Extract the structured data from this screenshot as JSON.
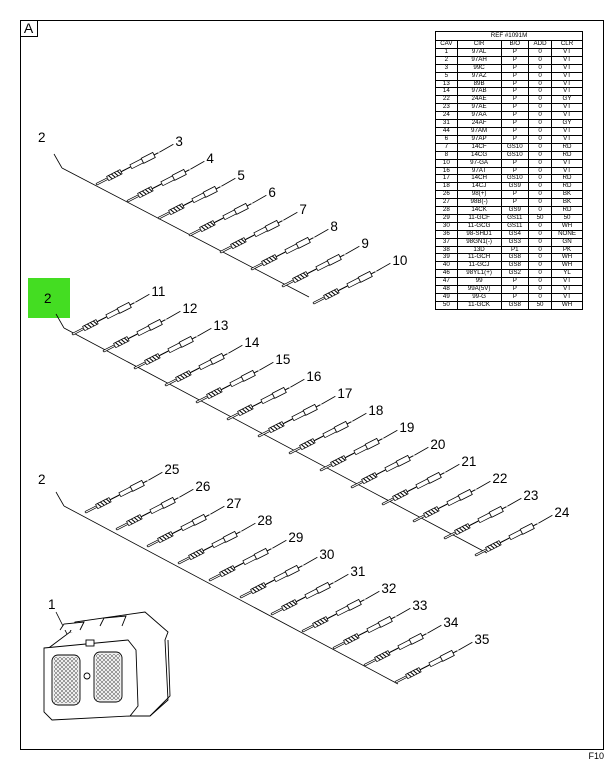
{
  "sheet_label": "A",
  "footer": "F10",
  "highlight_color": "#44dd22",
  "table": {
    "title": "REF #1091M",
    "headers": [
      "CAV",
      "CIR",
      "B/O",
      "ADD",
      "CLR"
    ],
    "rows": [
      [
        "1",
        "97AL",
        "P",
        "0",
        "VT"
      ],
      [
        "2",
        "97AH",
        "P",
        "0",
        "VT"
      ],
      [
        "3",
        "99C",
        "P",
        "0",
        "VT"
      ],
      [
        "5",
        "97AZ",
        "P",
        "0",
        "VT"
      ],
      [
        "13",
        "89B",
        "P",
        "0",
        "VT"
      ],
      [
        "14",
        "97AB",
        "P",
        "0",
        "VT"
      ],
      [
        "22",
        "24AE",
        "P",
        "0",
        "GY"
      ],
      [
        "23",
        "97AE",
        "P",
        "0",
        "VT"
      ],
      [
        "24",
        "97AA",
        "P",
        "0",
        "VT"
      ],
      [
        "31",
        "24AF",
        "P",
        "0",
        "GY"
      ],
      [
        "44",
        "97AM",
        "P",
        "0",
        "VT"
      ],
      [
        "6",
        "97AP",
        "P",
        "0",
        "VT"
      ],
      [
        "7",
        "14CF",
        "GS10",
        "0",
        "RD"
      ],
      [
        "8",
        "14CG",
        "GS10",
        "0",
        "RD"
      ],
      [
        "10",
        "97-GA",
        "P",
        "0",
        "VT"
      ],
      [
        "16",
        "97AT",
        "P",
        "0",
        "VT"
      ],
      [
        "17",
        "14CH",
        "GS10",
        "0",
        "RD"
      ],
      [
        "18",
        "14CJ",
        "GS9",
        "0",
        "RD"
      ],
      [
        "26",
        "98(+)",
        "P",
        "0",
        "BK"
      ],
      [
        "27",
        "98B(-)",
        "P",
        "0",
        "BK"
      ],
      [
        "28",
        "14CK",
        "GS9",
        "0",
        "RD"
      ],
      [
        "29",
        "11-GCF",
        "GS11",
        "50",
        "50"
      ],
      [
        "30",
        "11-GCG",
        "GS11",
        "0",
        "WH"
      ],
      [
        "36",
        "98-SHD1",
        "GS4",
        "0",
        "NONE"
      ],
      [
        "37",
        "98GN1(-)",
        "GS3",
        "0",
        "GN"
      ],
      [
        "38",
        "13D",
        "P1",
        "0",
        "PK"
      ],
      [
        "39",
        "11-GCH",
        "GS8",
        "0",
        "WH"
      ],
      [
        "40",
        "11-GCJ",
        "GS8",
        "0",
        "WH"
      ],
      [
        "46",
        "98YL1(+)",
        "GS2",
        "0",
        "YL"
      ],
      [
        "47",
        "99",
        "P",
        "0",
        "VT"
      ],
      [
        "48",
        "99A(5V)",
        "P",
        "0",
        "VT"
      ],
      [
        "49",
        "99-G",
        "P",
        "0",
        "VT"
      ],
      [
        "50",
        "11-GCK",
        "GS8",
        "50",
        "WH"
      ]
    ]
  },
  "callouts": {
    "connector": "1",
    "group_a": "2",
    "group_b": "2",
    "group_c": "2",
    "terminals_a": [
      "3",
      "4",
      "5",
      "6",
      "7",
      "8",
      "9",
      "10"
    ],
    "terminals_b": [
      "11",
      "12",
      "13",
      "14",
      "15",
      "16",
      "17",
      "18",
      "19",
      "20",
      "21",
      "22",
      "23",
      "24"
    ],
    "terminals_c": [
      "25",
      "26",
      "27",
      "28",
      "29",
      "30",
      "31",
      "32",
      "33",
      "34",
      "35"
    ]
  }
}
